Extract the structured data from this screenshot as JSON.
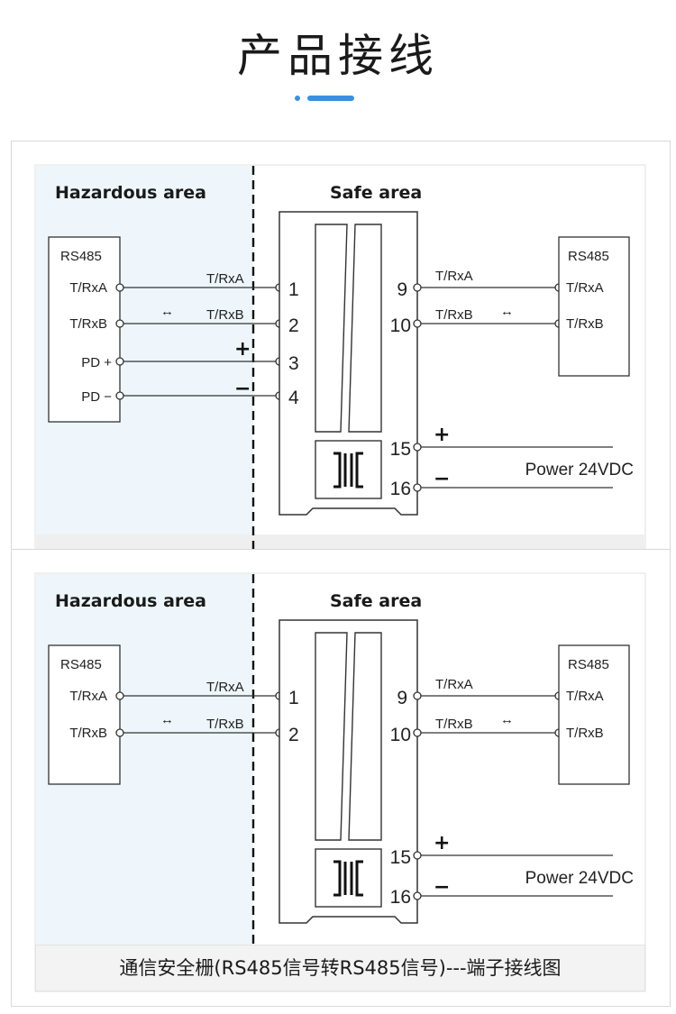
{
  "header": {
    "title": "产品接线"
  },
  "diagrams": [
    {
      "hazardous_label": "Hazardous area",
      "safe_label": "Safe area",
      "left_device": {
        "name": "RS485",
        "pins": [
          "T/RxA",
          "T/RxB",
          "PD +",
          "PD −"
        ]
      },
      "line_labels": [
        "T/RxA",
        "T/RxB"
      ],
      "left_terminals": [
        "1",
        "2",
        "3",
        "4"
      ],
      "right_terminals": [
        "9",
        "10"
      ],
      "power_terminals": [
        "15",
        "16"
      ],
      "right_line_labels": [
        "T/RxA",
        "T/RxB"
      ],
      "right_device": {
        "name": "RS485",
        "pins": [
          "T/RxA",
          "T/RxB"
        ]
      },
      "power_label": "Power 24VDC",
      "arrow": "↔",
      "plus": "+",
      "minus": "−"
    },
    {
      "hazardous_label": "Hazardous area",
      "safe_label": "Safe area",
      "left_device": {
        "name": "RS485",
        "pins": [
          "T/RxA",
          "T/RxB"
        ]
      },
      "line_labels": [
        "T/RxA",
        "T/RxB"
      ],
      "left_terminals": [
        "1",
        "2"
      ],
      "right_terminals": [
        "9",
        "10"
      ],
      "power_terminals": [
        "15",
        "16"
      ],
      "right_line_labels": [
        "T/RxA",
        "T/RxB"
      ],
      "right_device": {
        "name": "RS485",
        "pins": [
          "T/RxA",
          "T/RxB"
        ]
      },
      "power_label": "Power 24VDC",
      "arrow": "↔",
      "plus": "+",
      "minus": "−"
    }
  ],
  "caption": "通信安全栅(RS485信号转RS485信号)---端子接线图",
  "colors": {
    "accent": "#3a8fe0",
    "hazard_bg": "#eef6fb",
    "line": "#333333"
  }
}
